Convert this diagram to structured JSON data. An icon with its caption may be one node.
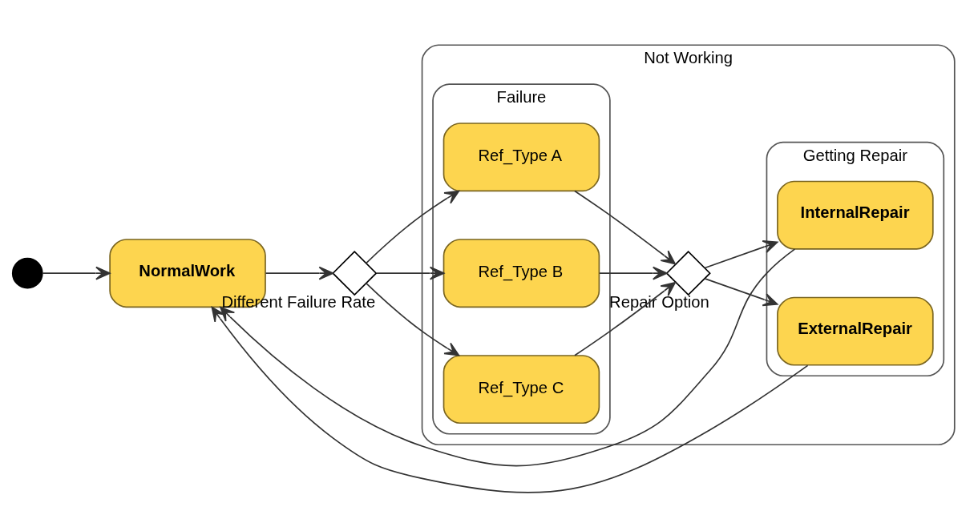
{
  "diagram": {
    "nodes": [
      {
        "text": [],
        "shape": "circle"
      },
      {
        "text": [
          "NormalWork"
        ]
      },
      {
        "text": [],
        "shape": "diamond",
        "beside": [
          "Different Failure Rate"
        ]
      },
      {
        "text": [
          "Not Working"
        ]
      },
      {
        "text": [
          "Failure"
        ],
        "in": 3
      },
      {
        "text": [
          "Ref_Type A"
        ],
        "in": 4
      },
      {
        "text": [
          "Ref_Type B"
        ],
        "in": 4
      },
      {
        "text": [
          "Ref_Type C"
        ],
        "in": 4
      },
      {
        "text": [],
        "shape": "diamond",
        "beside": [
          "Repair Option"
        ],
        "in": 3
      },
      {
        "text": [
          "Getting Repair"
        ],
        "in": 3
      },
      {
        "text": [
          "InternalRepair"
        ],
        "in": 9
      },
      {
        "text": [
          "ExternalRepair"
        ],
        "in": 9
      }
    ],
    "edges": [
      {
        "from": 0,
        "to": 1,
        "arrow": "to"
      },
      {
        "from": 1,
        "to": 2,
        "arrow": "to"
      },
      {
        "from": 2,
        "to": 5,
        "arrow": "to"
      },
      {
        "from": 2,
        "to": 6,
        "arrow": "to"
      },
      {
        "from": 2,
        "to": 7,
        "arrow": "to"
      },
      {
        "from": 5,
        "to": 8,
        "arrow": "to"
      },
      {
        "from": 6,
        "to": 8,
        "arrow": "to"
      },
      {
        "from": 7,
        "to": 8,
        "arrow": "to"
      },
      {
        "from": 8,
        "to": 10,
        "arrow": "to"
      },
      {
        "from": 8,
        "to": 11,
        "arrow": "to"
      },
      {
        "from": 10,
        "to": 1,
        "arrow": "to"
      },
      {
        "from": 11,
        "to": 1,
        "arrow": "to"
      }
    ]
  }
}
